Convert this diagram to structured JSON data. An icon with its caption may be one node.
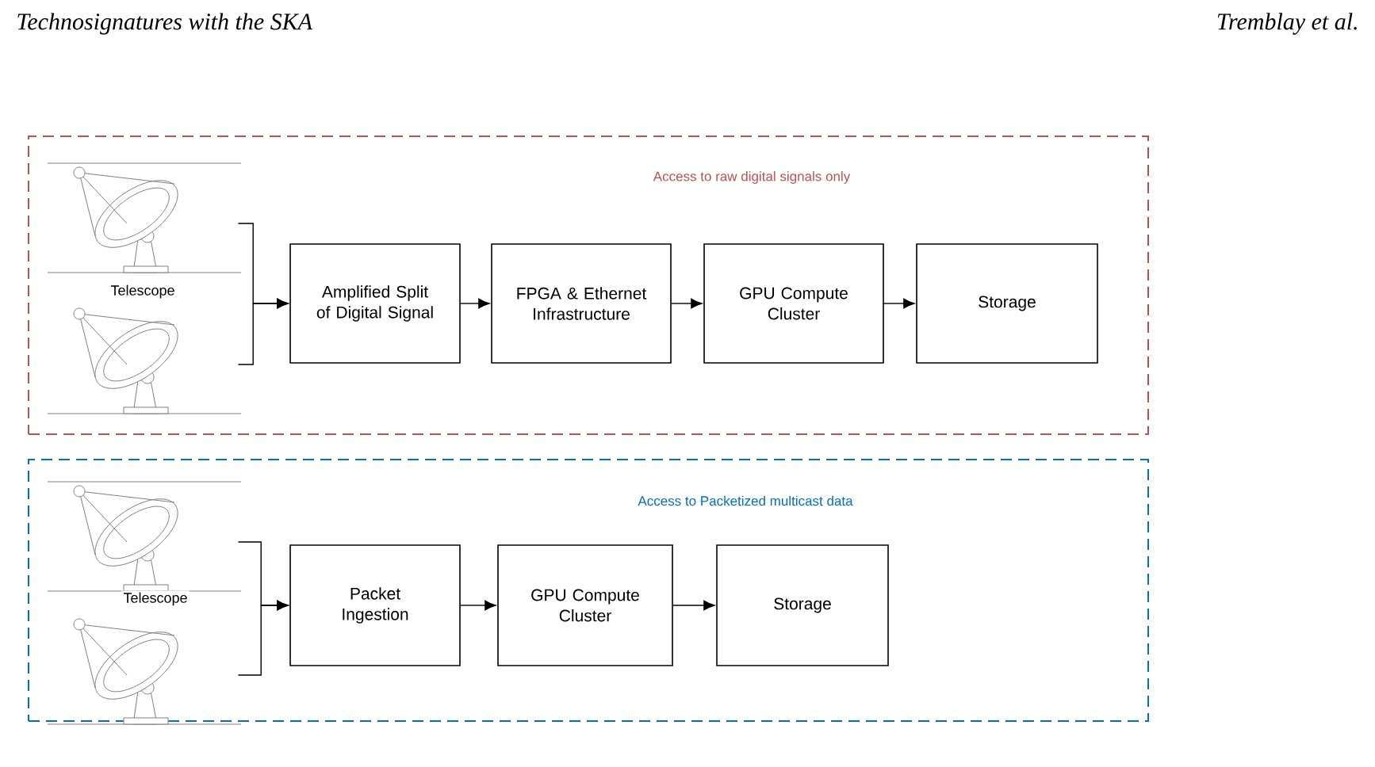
{
  "diagram": {
    "nodes": [
      {
        "text": [
          "Access to raw digital signals only"
        ]
      },
      {
        "text": [],
        "shape": "picture",
        "in": 0
      },
      {
        "text": [],
        "shape": "picture",
        "in": 0
      },
      {
        "text": [
          "Amplified Split of Digital Signal"
        ],
        "in": 0
      },
      {
        "text": [
          "FPGA & Ethernet Infrastructure"
        ],
        "in": 0
      },
      {
        "text": [
          "GPU Compute Cluster"
        ],
        "in": 0
      },
      {
        "text": [
          "Storage"
        ],
        "in": 0
      },
      {
        "text": [
          "Access to Packetized multicast data"
        ]
      },
      {
        "text": [],
        "shape": "picture",
        "in": 7
      },
      {
        "text": [],
        "shape": "picture",
        "in": 7
      },
      {
        "text": [
          "Packet Ingestion"
        ],
        "in": 7
      },
      {
        "text": [
          "GPU Compute Cluster"
        ],
        "in": 7
      },
      {
        "text": [
          "Storage"
        ],
        "in": 7
      }
    ],
    "edges": [
      {
        "from": 1,
        "to": 3,
        "arrow": "to"
      },
      {
        "from": 2,
        "to": 3,
        "arrow": "to"
      },
      {
        "from": 3,
        "to": 4,
        "arrow": "to"
      },
      {
        "from": 4,
        "to": 5,
        "arrow": "to"
      },
      {
        "from": 5,
        "to": 6,
        "arrow": "to"
      },
      {
        "from": 8,
        "to": 10,
        "arrow": "to"
      },
      {
        "from": 9,
        "to": 10,
        "arrow": "to"
      },
      {
        "from": 10,
        "to": 11,
        "arrow": "to"
      },
      {
        "from": 11,
        "to": 12,
        "arrow": "to"
      }
    ],
    "labels": [
      "Technosignatures with the SKA",
      "Tremblay et al.",
      "Telescope",
      "Telescope"
    ]
  }
}
